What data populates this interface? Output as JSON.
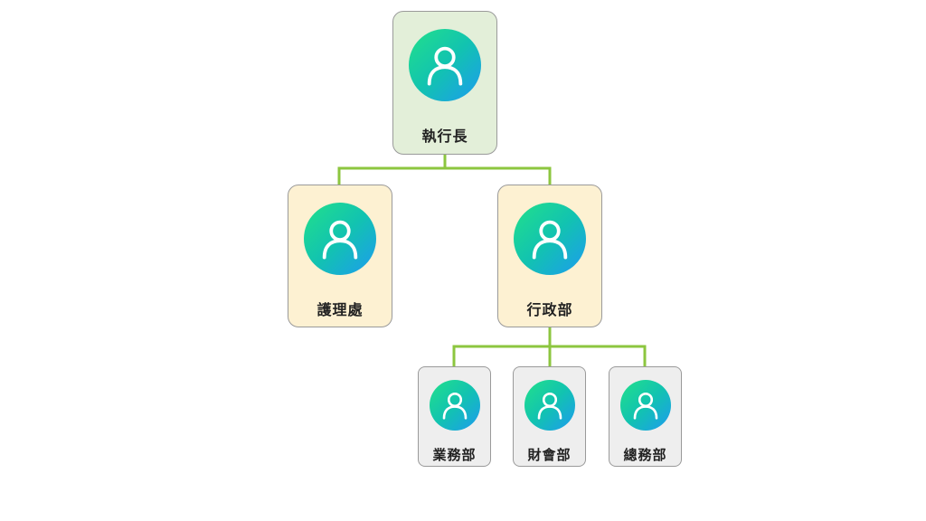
{
  "diagram": {
    "connector_color": "#8cc63f",
    "nodes": [
      {
        "id": "ceo",
        "label": "執行長",
        "icon": "user-icon"
      },
      {
        "id": "nursing",
        "label": "護理處",
        "icon": "user-icon"
      },
      {
        "id": "admin",
        "label": "行政部",
        "icon": "user-icon"
      },
      {
        "id": "sales",
        "label": "業務部",
        "icon": "user-icon"
      },
      {
        "id": "finance",
        "label": "財會部",
        "icon": "user-icon"
      },
      {
        "id": "general",
        "label": "總務部",
        "icon": "user-icon"
      }
    ],
    "edges": [
      {
        "from": "ceo",
        "to": "nursing"
      },
      {
        "from": "ceo",
        "to": "admin"
      },
      {
        "from": "admin",
        "to": "sales"
      },
      {
        "from": "admin",
        "to": "finance"
      },
      {
        "from": "admin",
        "to": "general"
      }
    ]
  }
}
